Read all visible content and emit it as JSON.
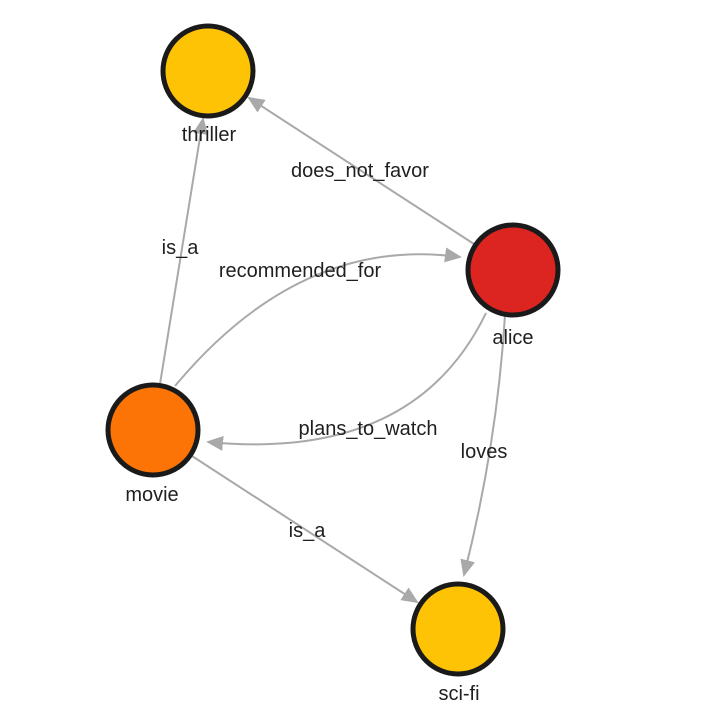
{
  "graph": {
    "colors": {
      "background": "#ffffff",
      "edge": "#a9a9a9",
      "node_border": "#1a1a1a",
      "label": "#1f1f1f",
      "gold": "#ffc306",
      "red": "#dc2521",
      "orange": "#fb7405"
    },
    "nodes": [
      {
        "id": "thriller",
        "label": "thriller",
        "color": "#ffc306"
      },
      {
        "id": "alice",
        "label": "alice",
        "color": "#dc2521"
      },
      {
        "id": "movie",
        "label": "movie",
        "color": "#fb7405"
      },
      {
        "id": "sci-fi",
        "label": "sci-fi",
        "color": "#ffc306"
      }
    ],
    "edges": [
      {
        "from": "movie",
        "to": "thriller",
        "label": "is_a"
      },
      {
        "from": "alice",
        "to": "thriller",
        "label": "does_not_favor"
      },
      {
        "from": "movie",
        "to": "alice",
        "label": "recommended_for"
      },
      {
        "from": "alice",
        "to": "movie",
        "label": "plans_to_watch"
      },
      {
        "from": "alice",
        "to": "sci-fi",
        "label": "loves"
      },
      {
        "from": "movie",
        "to": "sci-fi",
        "label": "is_a"
      }
    ]
  }
}
